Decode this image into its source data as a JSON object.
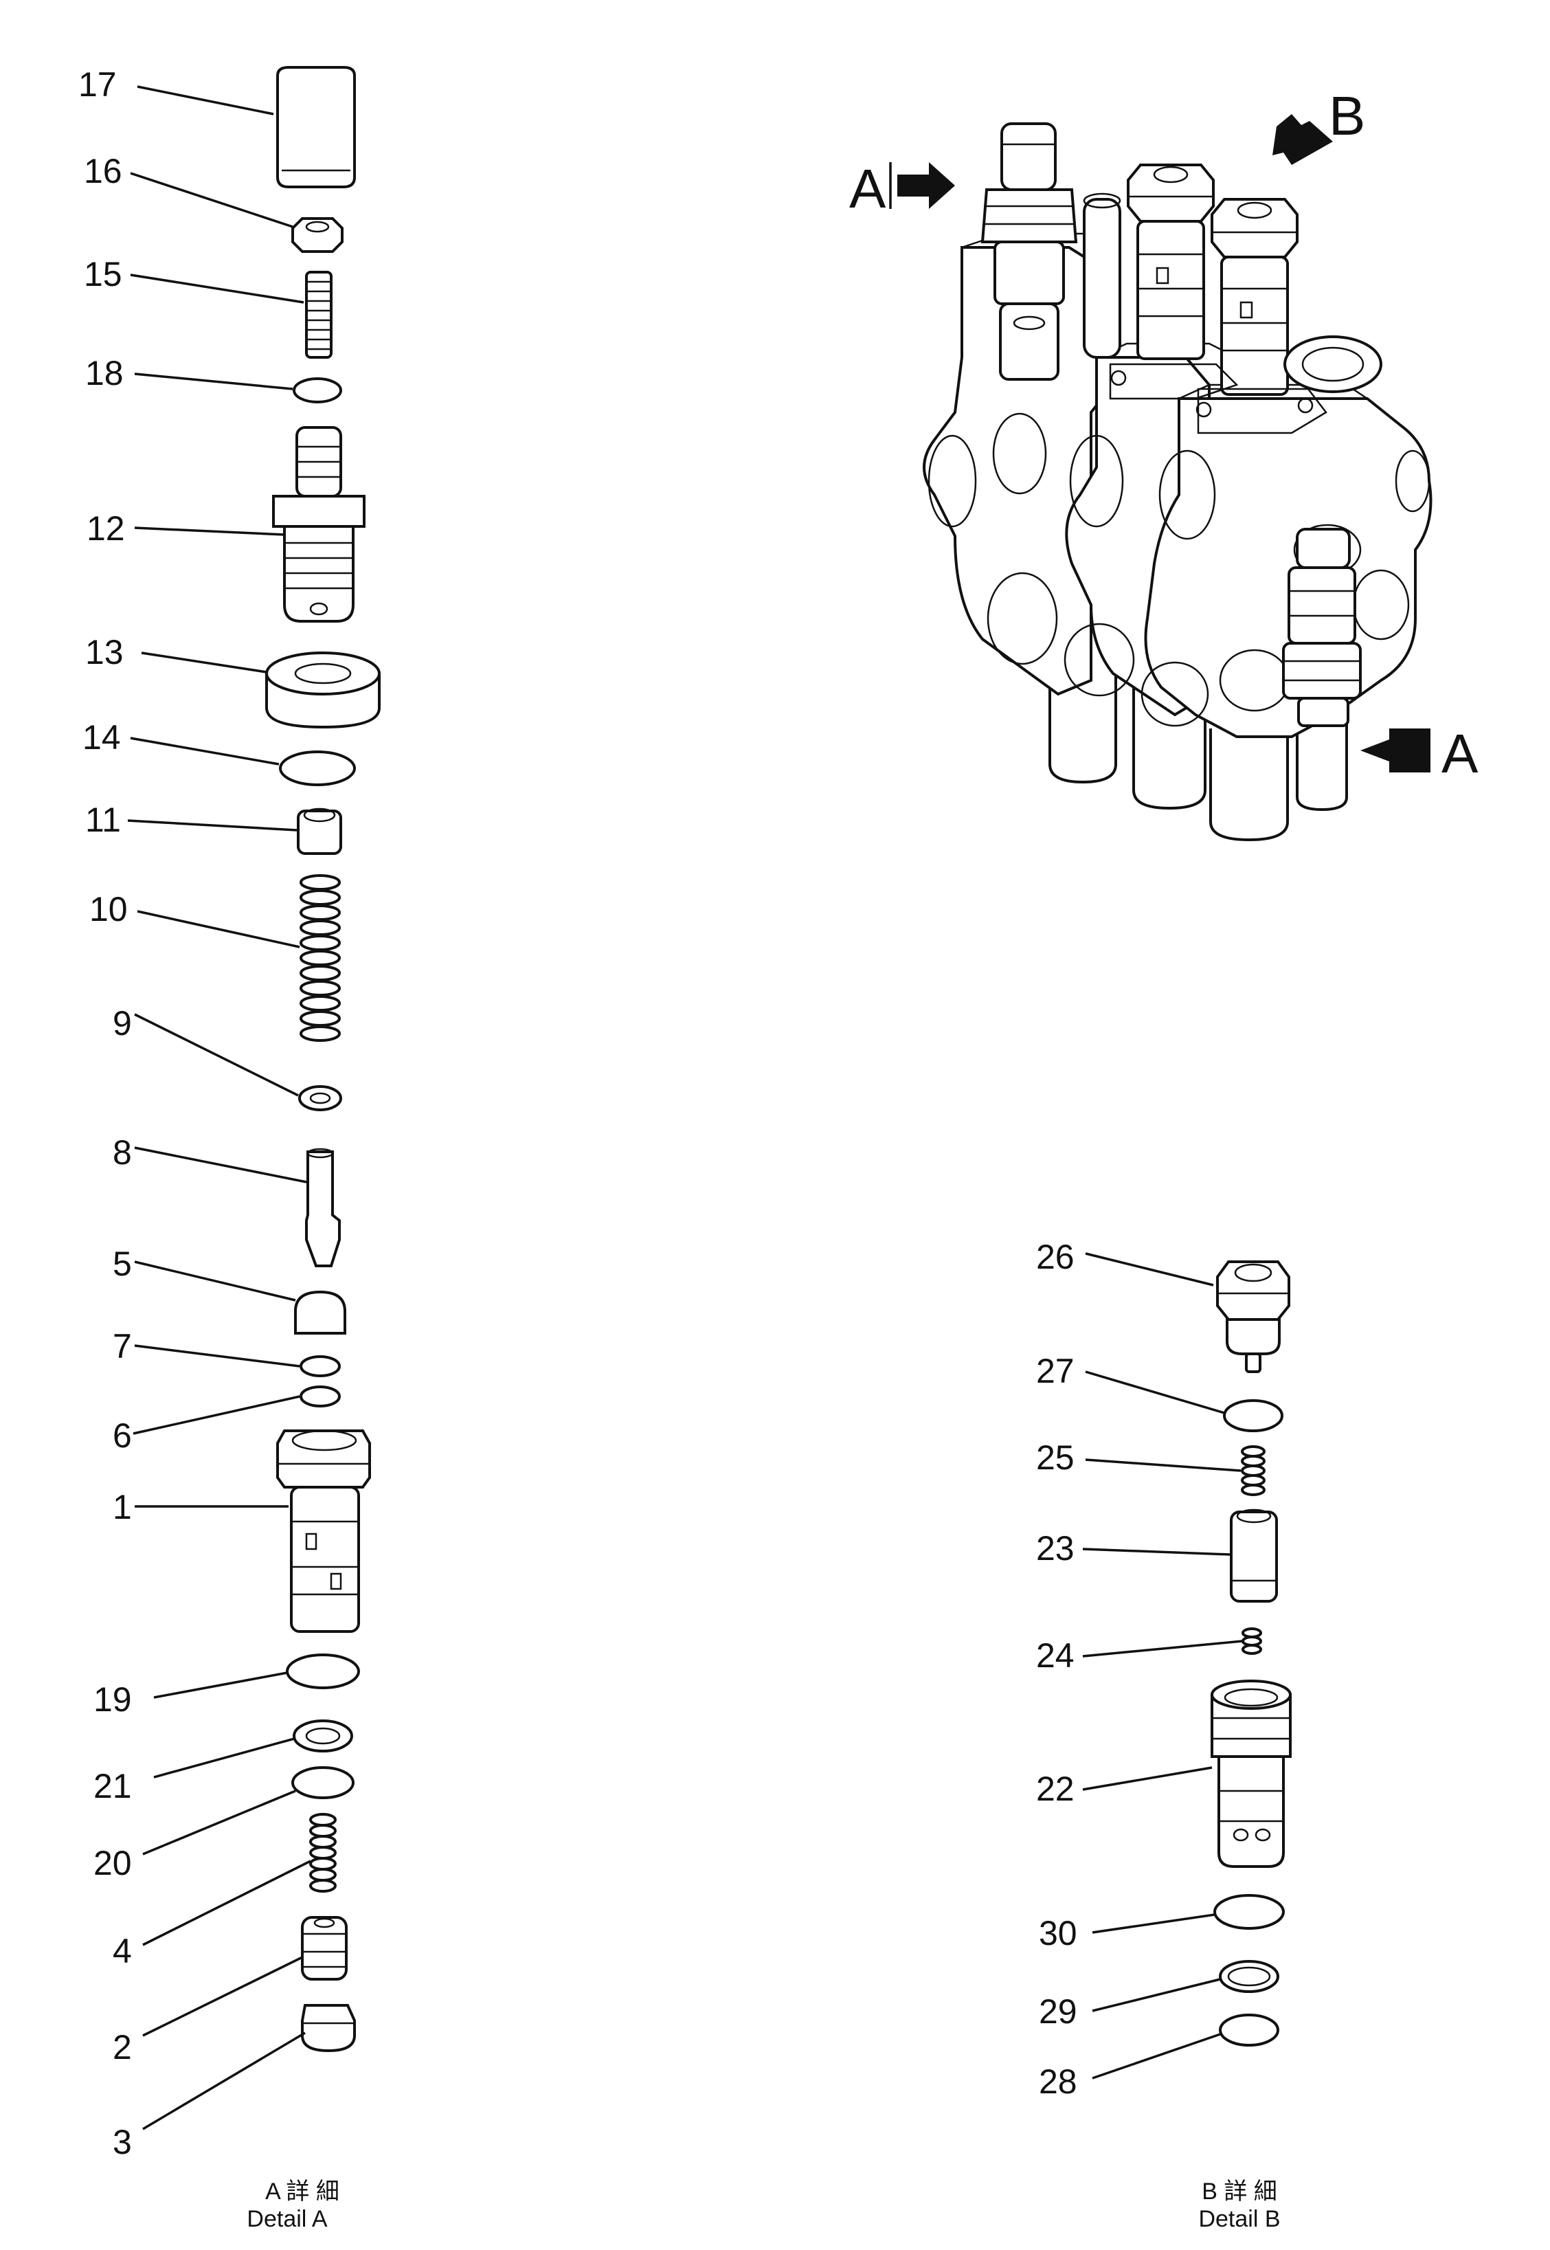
{
  "callouts": [
    {
      "key": "c17",
      "label": "17"
    },
    {
      "key": "c16",
      "label": "16"
    },
    {
      "key": "c15",
      "label": "15"
    },
    {
      "key": "c18",
      "label": "18"
    },
    {
      "key": "c12",
      "label": "12"
    },
    {
      "key": "c13",
      "label": "13"
    },
    {
      "key": "c14",
      "label": "14"
    },
    {
      "key": "c11",
      "label": "11"
    },
    {
      "key": "c10",
      "label": "10"
    },
    {
      "key": "c9",
      "label": "9"
    },
    {
      "key": "c8",
      "label": "8"
    },
    {
      "key": "c5",
      "label": "5"
    },
    {
      "key": "c7",
      "label": "7"
    },
    {
      "key": "c6",
      "label": "6"
    },
    {
      "key": "c1",
      "label": "1"
    },
    {
      "key": "c19",
      "label": "19"
    },
    {
      "key": "c21",
      "label": "21"
    },
    {
      "key": "c20",
      "label": "20"
    },
    {
      "key": "c4",
      "label": "4"
    },
    {
      "key": "c2",
      "label": "2"
    },
    {
      "key": "c3",
      "label": "3"
    },
    {
      "key": "c26",
      "label": "26"
    },
    {
      "key": "c27",
      "label": "27"
    },
    {
      "key": "c25",
      "label": "25"
    },
    {
      "key": "c23",
      "label": "23"
    },
    {
      "key": "c24",
      "label": "24"
    },
    {
      "key": "c22",
      "label": "22"
    },
    {
      "key": "c30",
      "label": "30"
    },
    {
      "key": "c29",
      "label": "29"
    },
    {
      "key": "c28",
      "label": "28"
    }
  ],
  "view_markers": {
    "top_a": "A",
    "top_b": "B",
    "side_a": "A"
  },
  "captions": {
    "detail_a_jp": "A 詳 細",
    "detail_a_en": "Detail A",
    "detail_b_jp": "B 詳 細",
    "detail_b_en": "Detail B"
  }
}
